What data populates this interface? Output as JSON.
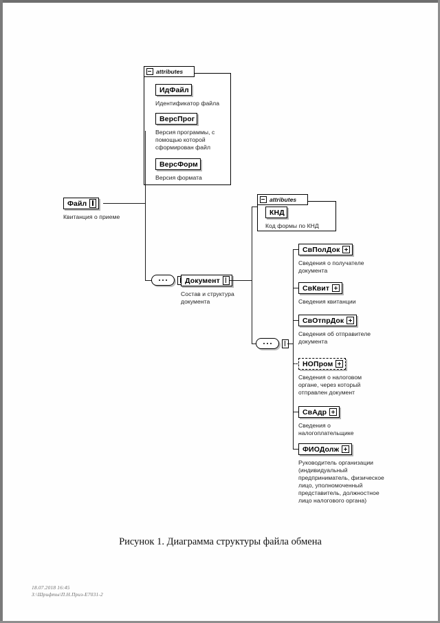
{
  "document": {
    "caption": "Рисунок 1. Диаграмма структуры файла обмена",
    "footer": {
      "timestamp": "18.07.2018 16:45",
      "path": "З:\\Шрифты\\П.Н.Приз-Е7031-2"
    }
  },
  "diagram": {
    "type": "xml-schema-tree",
    "attribute_groups": [
      {
        "header_label": "attributes",
        "collapse_icon": "minus-box-icon",
        "attributes": [
          {
            "name": "ИдФайл",
            "description": "Идентификатор файла"
          },
          {
            "name": "ВерсПрог",
            "description": "Версия программы, с помощью которой сформирован файл"
          },
          {
            "name": "ВерсФорм",
            "description": "Версия формата"
          }
        ]
      },
      {
        "header_label": "attributes",
        "collapse_icon": "minus-box-icon",
        "attributes": [
          {
            "name": "КНД",
            "description": "Код формы по КНД"
          }
        ]
      }
    ],
    "root": {
      "name": "Файл",
      "description": "Квитанция о приеме",
      "connector_icon": "sequence-stub-icon"
    },
    "compositors": [
      {
        "symbol": "sequence-icon",
        "dots": 3
      },
      {
        "symbol": "sequence-icon",
        "dots": 3
      }
    ],
    "document_node": {
      "name": "Документ",
      "description": "Состав и структура документа",
      "connector_icon": "sequence-stub-icon"
    },
    "children": [
      {
        "name": "СвПолДок",
        "description": "Сведения о получателе документа",
        "expander": "plus-box-icon",
        "optional": false
      },
      {
        "name": "СвКвит",
        "description": "Сведения квитанции",
        "expander": "plus-box-icon",
        "optional": false
      },
      {
        "name": "СвОтпрДок",
        "description": "Сведения об отправителе документа",
        "expander": "plus-box-icon",
        "optional": false
      },
      {
        "name": "НОПром",
        "description": "Сведения о налоговом органе, через который отправлен документ",
        "expander": "plus-box-icon",
        "optional": true
      },
      {
        "name": "СвАдр",
        "description": "Сведения о налогоплательщике",
        "expander": "plus-box-icon",
        "optional": false
      },
      {
        "name": "ФИОДолж",
        "description": "Руководитель организации (индивидуальный предприниматель, физическое лицо, уполномоченный представитель, должностное лицо налогового органа)",
        "expander": "plus-box-icon",
        "optional": false
      }
    ]
  }
}
